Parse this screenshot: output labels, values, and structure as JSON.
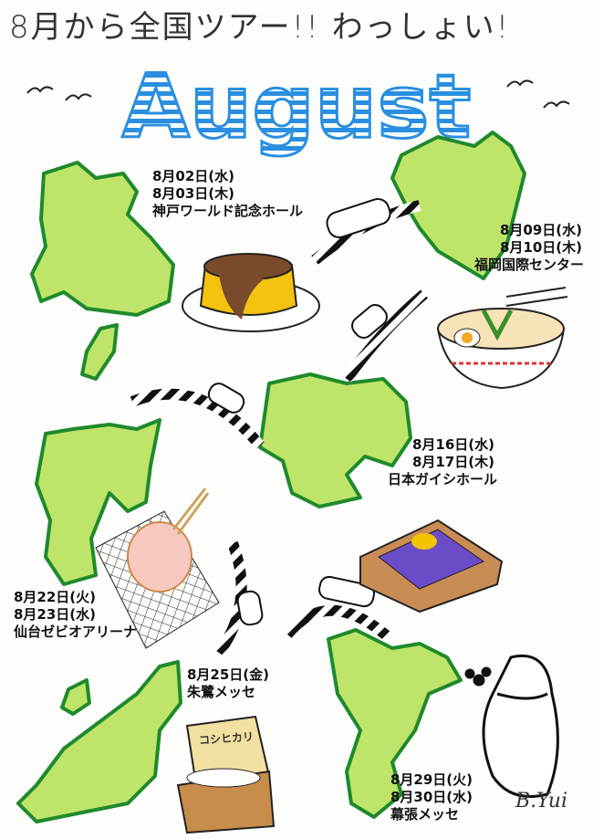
{
  "headline": "8月から全国ツアー!! わっしょい!",
  "month_title": "August",
  "colors": {
    "map_fill": "#bfe46a",
    "map_outline": "#1e8a2c",
    "stripe_blue": "#2a8fe0",
    "ink": "#111111"
  },
  "stops": [
    {
      "dates": [
        "8月02日(水)",
        "8月03日(木)"
      ],
      "venue": "神戸ワールド記念ホール"
    },
    {
      "dates": [
        "8月09日(水)",
        "8月10日(木)"
      ],
      "venue": "福岡国際センター"
    },
    {
      "dates": [
        "8月16日(水)",
        "8月17日(木)"
      ],
      "venue": "日本ガイシホール"
    },
    {
      "dates": [
        "8月22日(火)",
        "8月23日(水)"
      ],
      "venue": "仙台ゼビオアリーナ"
    },
    {
      "dates": [
        "8月25日(金)"
      ],
      "venue": "朱鷺メッセ"
    },
    {
      "dates": [
        "8月29日(火)",
        "8月30日(水)"
      ],
      "venue": "幕張メッセ"
    }
  ],
  "rice_bag_label": "コシヒカリ",
  "signature": "B.Yui"
}
